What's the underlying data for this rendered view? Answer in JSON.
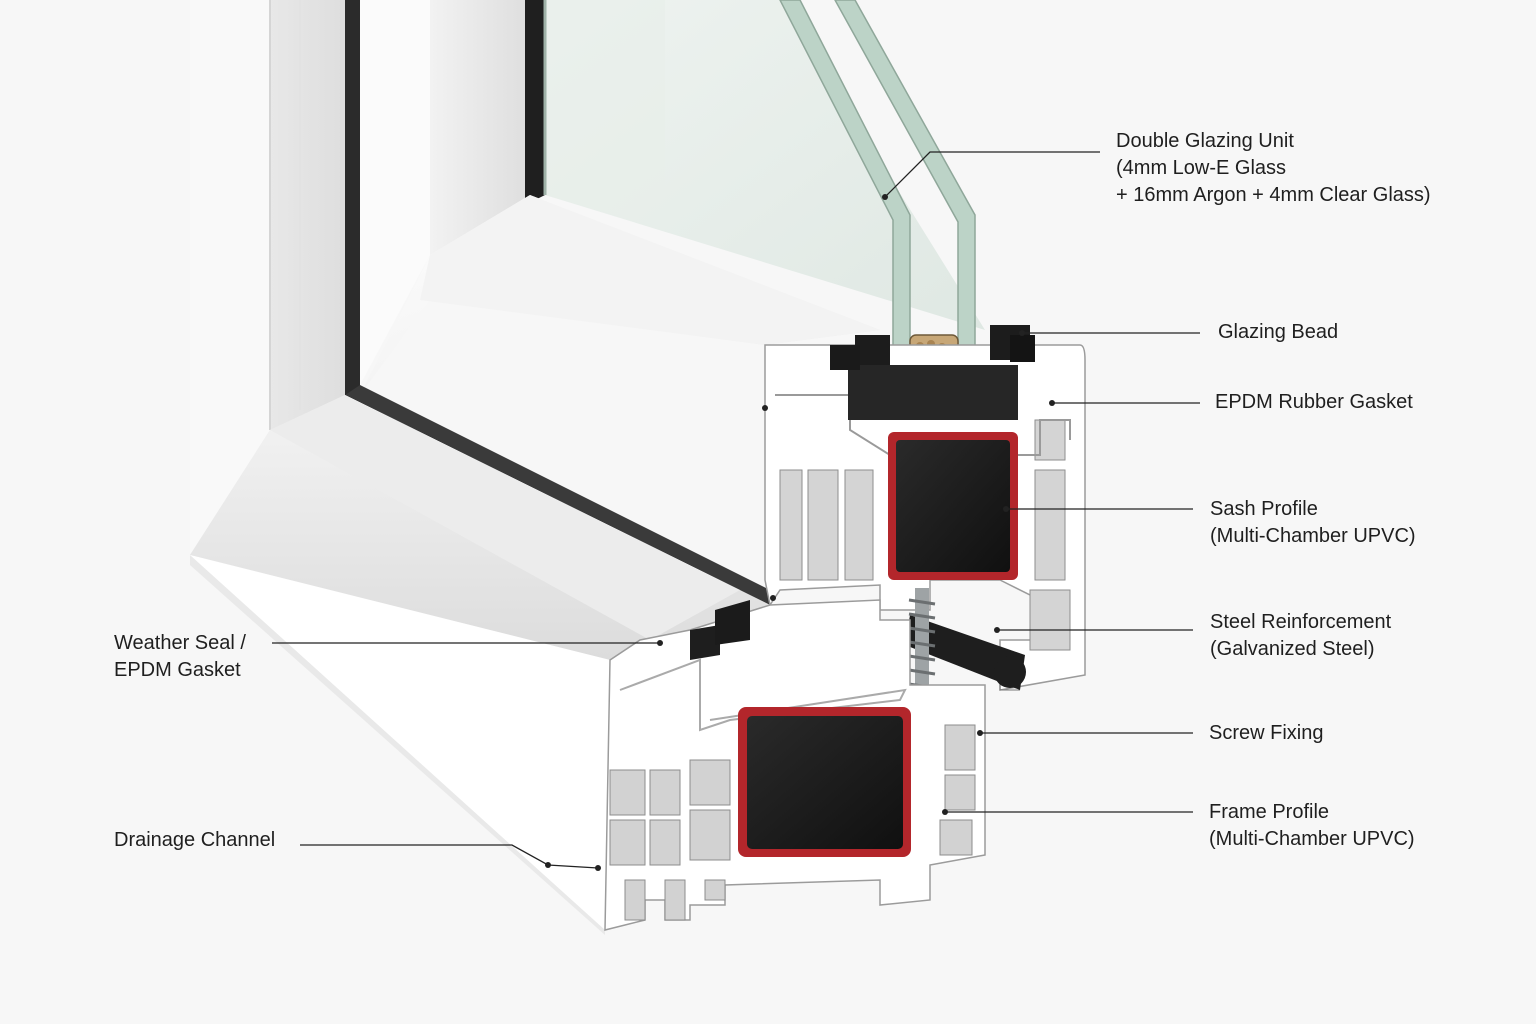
{
  "labels": {
    "glazing_unit": {
      "line1": "Double Glazing Unit",
      "line2": "(4mm Low-E Glass",
      "line3": "+ 16mm Argon + 4mm Clear Glass)"
    },
    "glazing_bead": {
      "line1": "Glazing Bead"
    },
    "epdm_gasket": {
      "line1": "EPDM Rubber Gasket"
    },
    "sash_profile": {
      "line1": "Sash Profile",
      "line2": "(Multi-Chamber UPVC)"
    },
    "steel_reinforcement": {
      "line1": "Steel Reinforcement",
      "line2": "(Galvanized Steel)"
    },
    "screw_fixing": {
      "line1": "Screw Fixing"
    },
    "frame_profile": {
      "line1": "Frame Profile",
      "line2": "(Multi-Chamber UPVC)"
    },
    "weather_seal": {
      "line1": "Weather Seal /",
      "line2": "EPDM Gasket"
    },
    "drainage_channel": {
      "line1": "Drainage Channel"
    }
  },
  "colors": {
    "background": "#f7f7f7",
    "upvc": "#ffffff",
    "upvc_shade": "#e6e6e6",
    "gasket": "#1e1e1e",
    "steel_trim": "#b3262b",
    "glass": "#cfe3da",
    "leader": "#222222"
  }
}
